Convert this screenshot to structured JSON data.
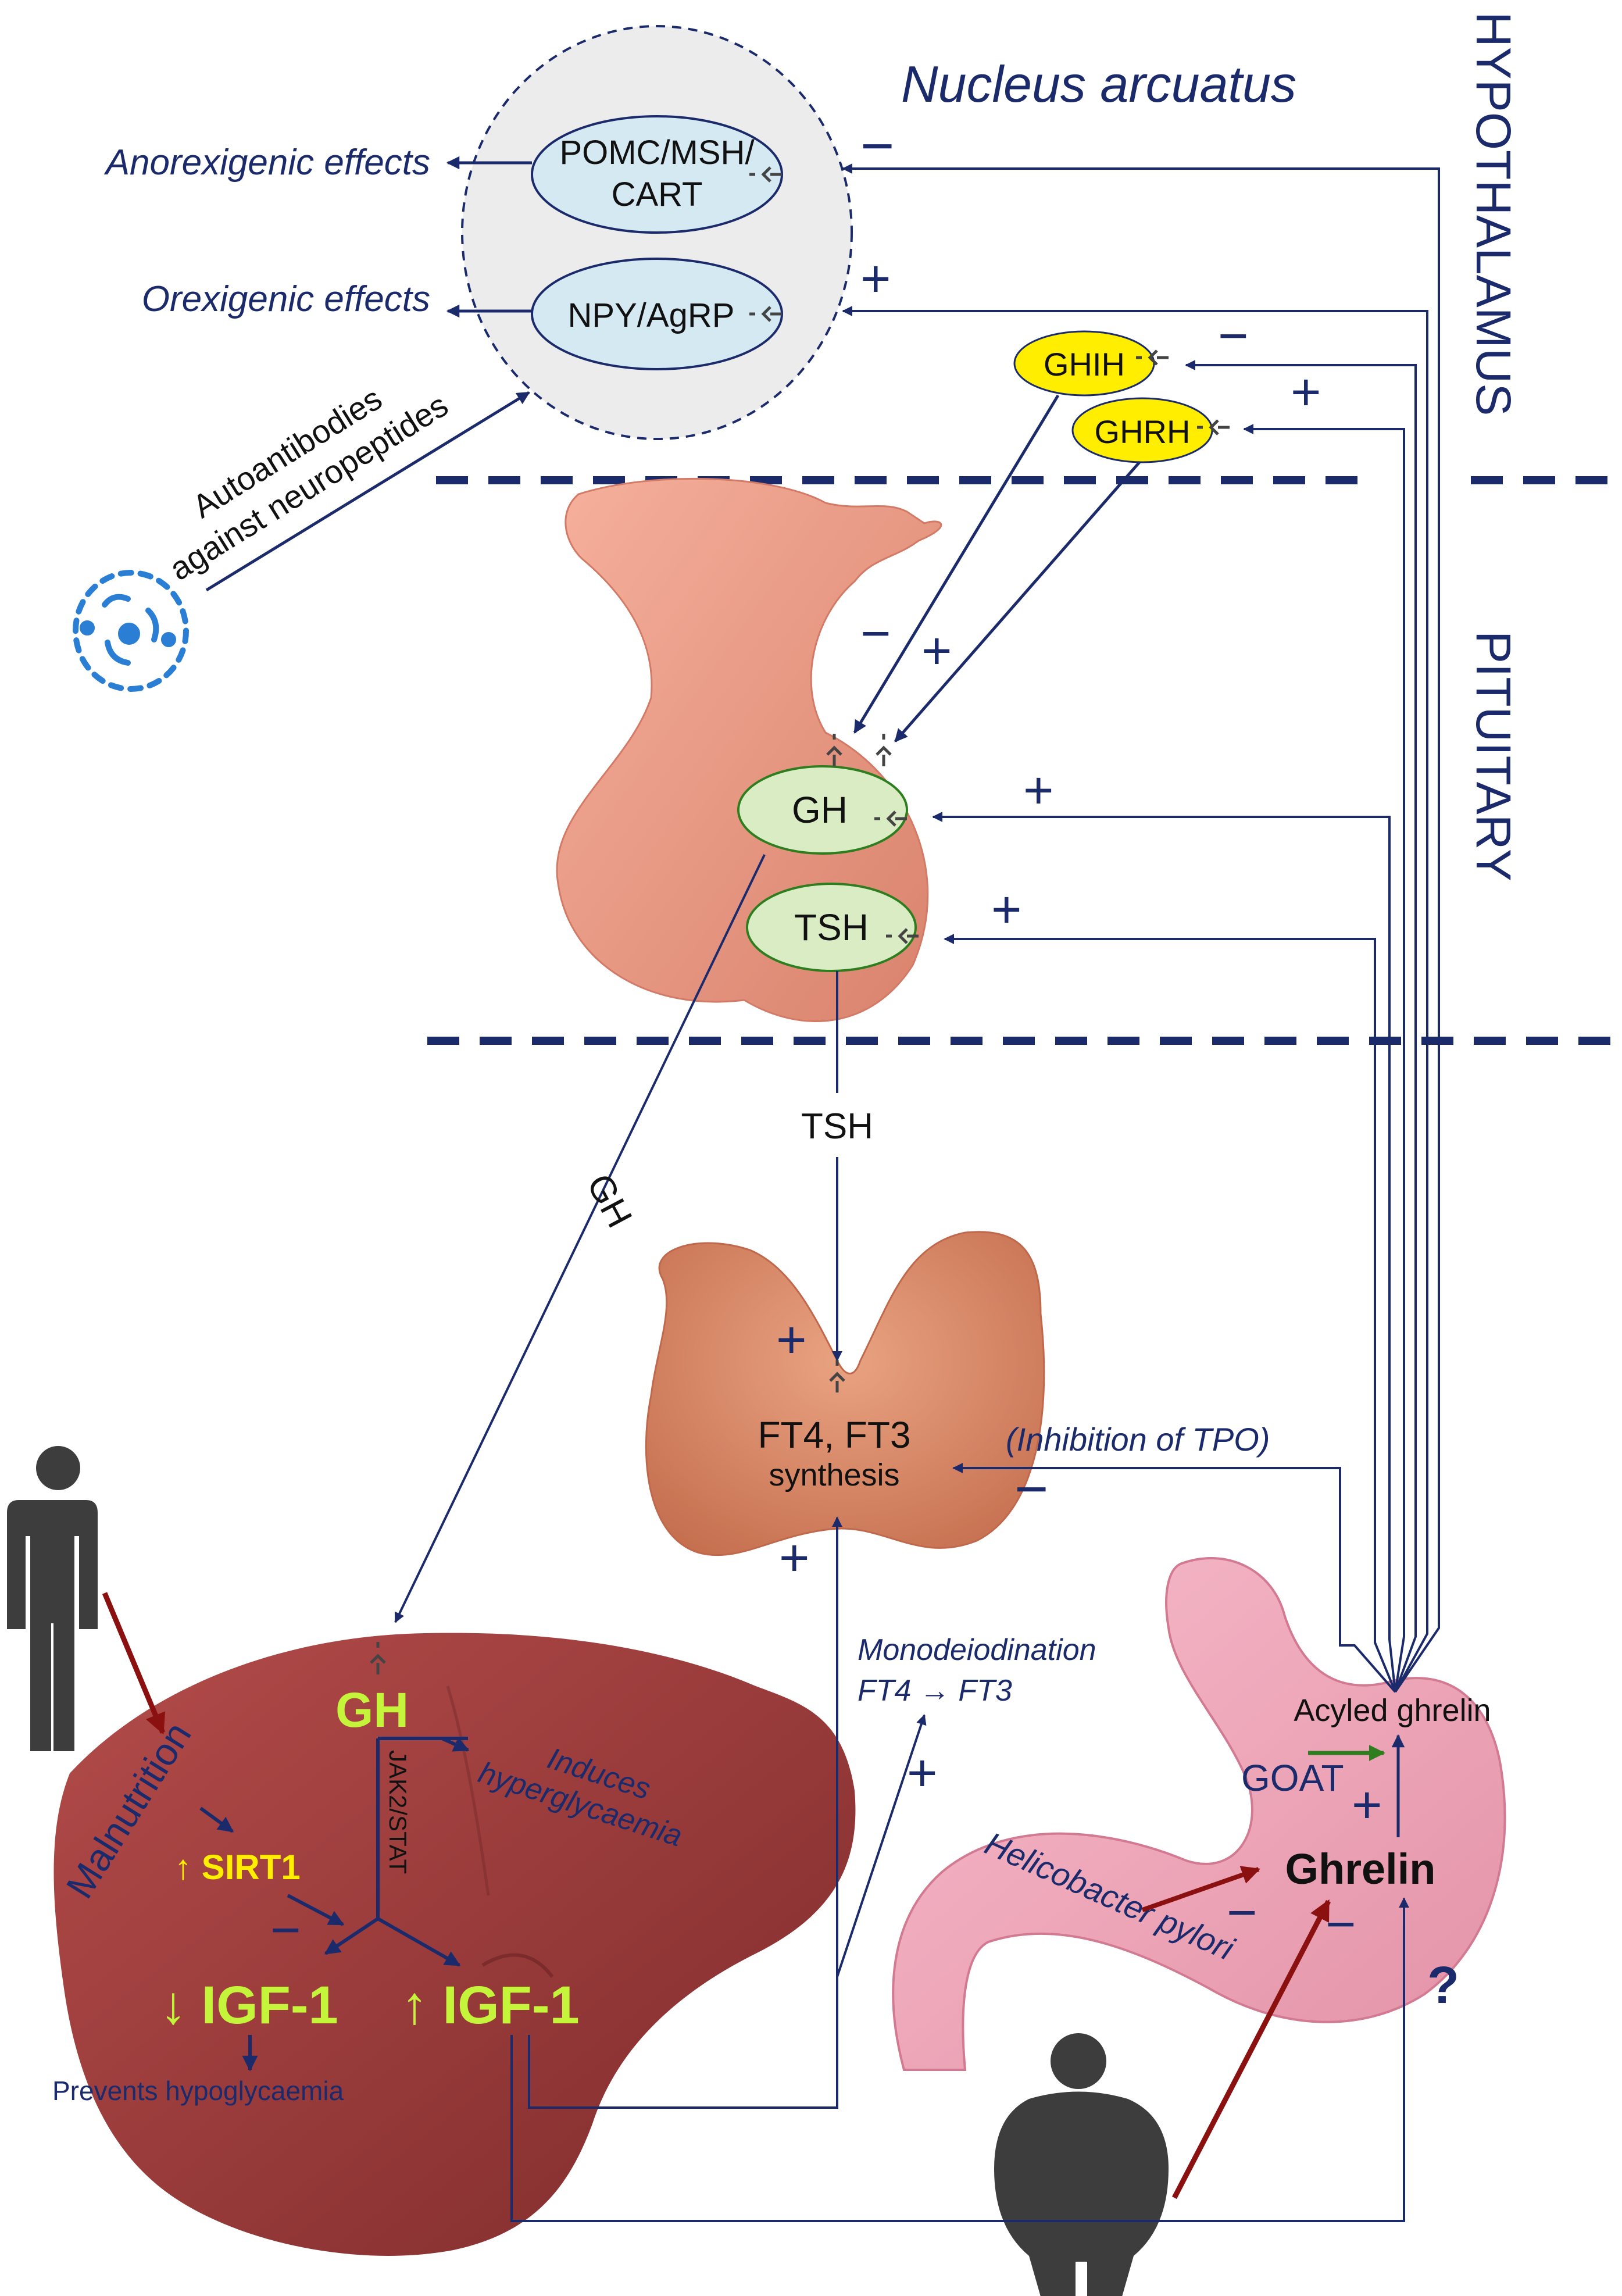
{
  "regions": {
    "hypothalamus": "HYPOTHALAMUS",
    "pituitary": "PITUITARY"
  },
  "nucleus": {
    "title": "Nucleus arcuatus",
    "pomc_line1": "POMC/MSH/",
    "pomc_line2": "CART",
    "npy": "NPY/AgRP"
  },
  "effects": {
    "anorexigenic": "Anorexigenic effects",
    "orexigenic": "Orexigenic effects"
  },
  "autoantibodies": {
    "line1": "Autoantibodies",
    "line2": "against  neuropeptides"
  },
  "hormones": {
    "ghih": "GHIH",
    "ghrh": "GHRH",
    "gh_cell": "GH",
    "tsh_cell": "TSH",
    "gh_path": "GH",
    "tsh_path": "TSH"
  },
  "thyroid": {
    "line1": "FT4, FT3",
    "line2": "synthesis",
    "tpo": "(Inhibition of TPO)"
  },
  "deiodination": {
    "line1": "Monodeiodination",
    "line2": "FT4 → FT3"
  },
  "liver": {
    "gh": "GH",
    "jak": "JAK2/STAT",
    "induces_line1": "Induces",
    "induces_line2": "hyperglycaemia",
    "malnutrition": "Malnutrition",
    "sirt1": "↑ SIRT1",
    "igf_down": "↓ IGF-1",
    "igf_up": "↑ IGF-1",
    "prevents": "Prevents hypoglycaemia"
  },
  "stomach": {
    "acyled": "Acyled ghrelin",
    "goat": "GOAT",
    "ghrelin": "Ghrelin",
    "hpylori": "Helicobacter pylori",
    "question": "?"
  },
  "signs": {
    "minus": "−",
    "plus": "+"
  },
  "colors": {
    "navy": "#1b2a6b",
    "lime": "#c4f53a",
    "yellow": "#ffee00",
    "darkred": "#8b1111",
    "green": "#2e7d1f"
  }
}
